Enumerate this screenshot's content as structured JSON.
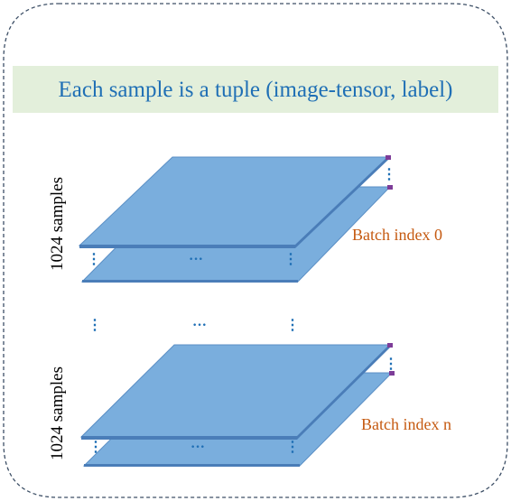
{
  "title": "Each sample is a tuple (image-tensor, label)",
  "batches": [
    {
      "side_label": "1024 samples",
      "batch_label": "Batch index 0"
    },
    {
      "side_label": "1024 samples",
      "batch_label": "Batch index n"
    }
  ],
  "ellipsis": {
    "vertical": "⋮",
    "horizontal": "···"
  },
  "colors": {
    "border": "#3d4f66",
    "banner_fill": "#e3efdb",
    "banner_text": "#1f6fb5",
    "plane_fill": "#7aaedd",
    "plane_edge": "#5b8fc5",
    "plane_dark": "#4a7db8",
    "marker": "#7d3c98",
    "batch_label": "#c55a11"
  }
}
